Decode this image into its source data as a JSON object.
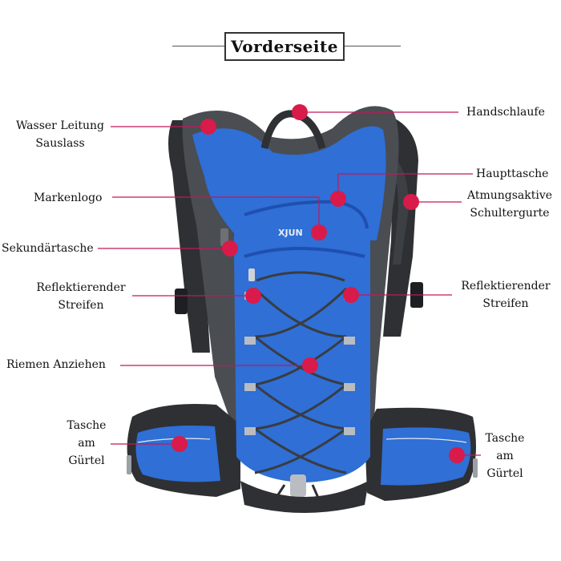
{
  "title": "Vorderseite",
  "brand_mark": "XJUN",
  "colors": {
    "pack_blue": "#2f6fd6",
    "pack_blue_dark": "#1f4fb0",
    "frame_gray": "#4a4d52",
    "frame_dark": "#2e3034",
    "reflective": "#b9bcc0",
    "callout": "#d81b4a",
    "leader_line": "#c2185b"
  },
  "labels": {
    "water_outlet": [
      "Wasser Leitung",
      "Sauslass"
    ],
    "brand_logo": "Markenlogo",
    "secondary_pocket": "Sekundärtasche",
    "reflective_left": [
      "Reflektierender",
      "Streifen"
    ],
    "tighten_strap": "Riemen Anziehen",
    "belt_pocket_left": [
      "Tasche",
      "am",
      "Gürtel"
    ],
    "handle": "Handschlaufe",
    "main_pocket": "Haupttasche",
    "shoulder_straps": [
      "Atmungsaktive",
      "Schultergurte"
    ],
    "reflective_right": [
      "Reflektierender",
      "Streifen"
    ],
    "belt_pocket_right": [
      "Tasche",
      "am",
      "Gürtel"
    ]
  }
}
